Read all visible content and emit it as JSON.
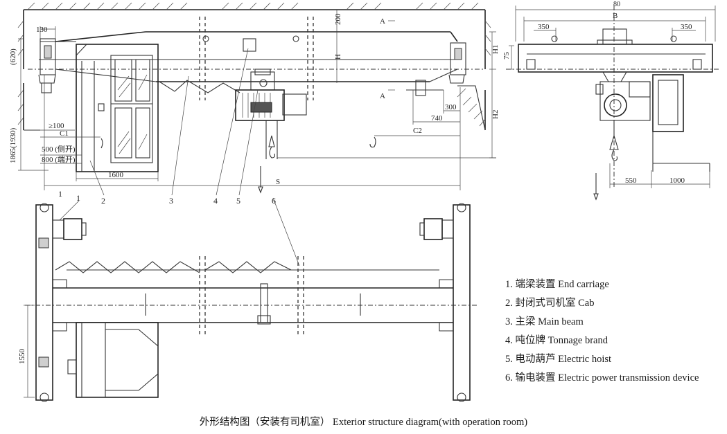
{
  "legend": {
    "items": [
      {
        "label": "1. 端梁装置 End carriage"
      },
      {
        "label": "2. 封闭式司机室 Cab"
      },
      {
        "label": "3. 主梁 Main beam"
      },
      {
        "label": "4. 吨位牌 Tonnage brand"
      },
      {
        "label": "5. 电动葫芦 Electric hoist"
      },
      {
        "label": "6. 输电装置 Electric power transmission device"
      }
    ]
  },
  "caption": "外形结构图（安装有司机室） Exterior structure diagram(with operation room)",
  "dimensions": {
    "d130": "130",
    "d620": "(620)",
    "d1865": "1865(1930)",
    "d100": "≥100",
    "c1": "C1",
    "d500": "500 (侧开)",
    "d800": "800 (端开)",
    "d1600": "1600",
    "d200": "200",
    "h": "H",
    "h1": "H1",
    "h2": "H2",
    "s": "S",
    "c2": "C2",
    "d740": "740",
    "d300": "300",
    "section": "A",
    "w80": "80",
    "b": "B",
    "d350a": "350",
    "d350b": "350",
    "d75": "75",
    "d550": "550",
    "d1000": "1000",
    "d1550": "1550"
  },
  "callouts": {
    "n1": "1",
    "n2": "2",
    "n3": "3",
    "n4": "4",
    "n5": "5",
    "n6": "6",
    "n1b": "1"
  }
}
